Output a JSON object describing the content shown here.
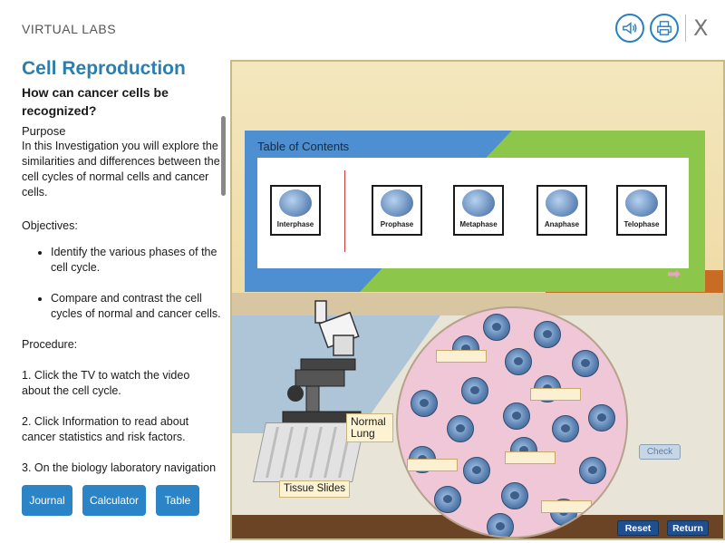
{
  "header": {
    "app_title": "VIRTUAL LABS",
    "close_glyph": "X",
    "icons": [
      "audio-icon",
      "print-icon"
    ]
  },
  "lesson": {
    "title": "Cell Reproduction",
    "question": "How can cancer cells be recognized?",
    "purpose_heading": "Purpose",
    "purpose_text": "In this Investigation you will explore the similarities and differences between the cell cycles of normal cells and cancer cells.",
    "objectives_heading": "Objectives:",
    "objectives": [
      "Identify the various phases of the cell cycle.",
      "Compare and contrast the cell cycles of normal and cancer cells."
    ],
    "procedure_heading": "Procedure:",
    "steps": [
      "1. Click the TV to watch the video about the cell cycle.",
      "2. Click Information to read about cancer statistics and risk factors.",
      "3. On the biology laboratory navigation"
    ]
  },
  "bottom_buttons": {
    "journal": "Journal",
    "calculator": "Calculator",
    "table": "Table"
  },
  "toc": {
    "title": "Table of Contents",
    "phases": [
      "Interphase",
      "Prophase",
      "Metaphase",
      "Anaphase",
      "Telophase"
    ]
  },
  "lab": {
    "normal_lung": "Normal Lung",
    "tissue_slides": "Tissue Slides",
    "check": "Check",
    "reset": "Reset",
    "return": "Return"
  },
  "colors": {
    "accent_blue": "#2b84c6",
    "title_blue": "#2a7fb0"
  }
}
